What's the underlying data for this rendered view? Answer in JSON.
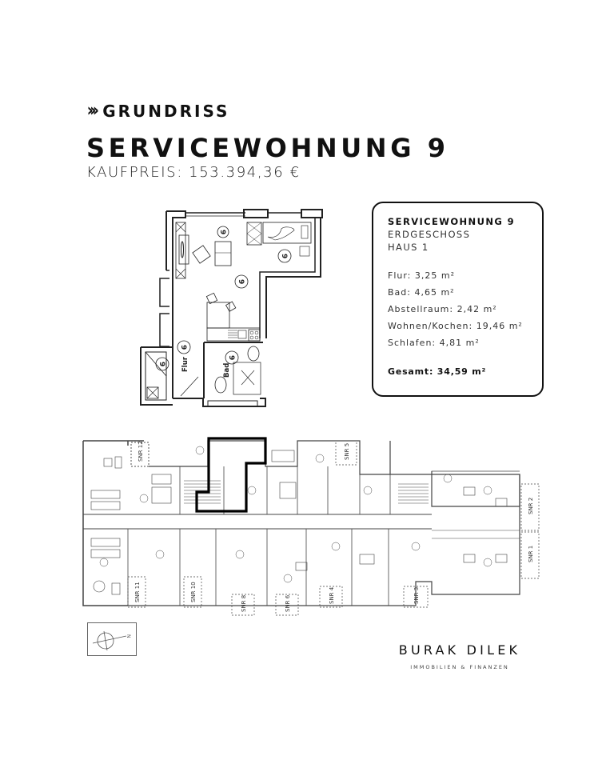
{
  "header": {
    "eyebrow_icon": "triple-chevron-right-icon",
    "eyebrow_glyph": "›››",
    "eyebrow_label": "GRUNDRISS",
    "title": "SERVICEWOHNUNG 9",
    "price": "KAUFPREIS: 153.394,36 €"
  },
  "detail_plan": {
    "room_labels": [
      "Flur",
      "Bad"
    ],
    "room_tag_number": "9"
  },
  "info_card": {
    "name": "SERVICEWOHNUNG 9",
    "floor": "ERDGESCHOSS",
    "house": "HAUS 1",
    "rooms": [
      {
        "label": "Flur: 3,25 m²"
      },
      {
        "label": "Bad: 4,65 m²"
      },
      {
        "label": "Abstellraum: 2,42 m²"
      },
      {
        "label": "Wohnen/Kochen: 19,46 m²"
      },
      {
        "label": "Schlafen: 4,81 m²"
      }
    ],
    "total": "Gesamt: 34,59 m²"
  },
  "overview_plan": {
    "terrace_labels": [
      "SNR 12",
      "SNR 11",
      "SNR 10",
      "SNR 8",
      "SNR 6",
      "SNR 5",
      "SNR 4",
      "SNR 3",
      "SNR 2",
      "SNR 1"
    ],
    "highlight_color": "#000000"
  },
  "compass": {
    "icon": "compass-north-icon",
    "north_label": "N"
  },
  "brand": {
    "name": "BURAK DILEK",
    "tagline": "IMMOBILIEN & FINANZEN"
  }
}
